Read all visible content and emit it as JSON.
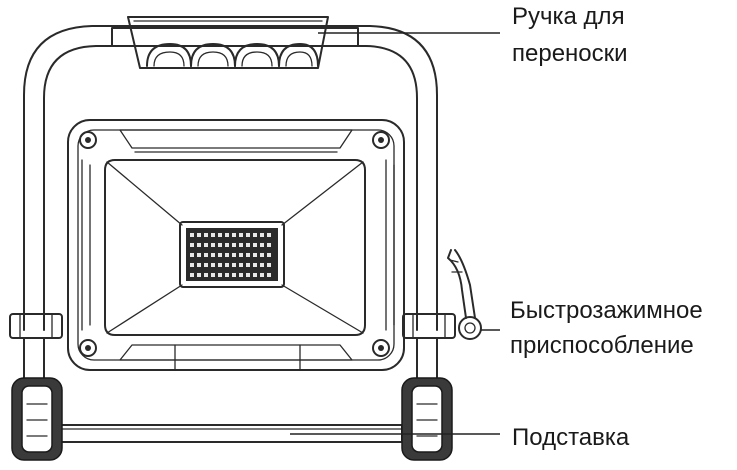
{
  "labels": {
    "handle_line1": "Ручка для",
    "handle_line2": "переноски",
    "clamp_line1": "Быстрозажимное",
    "clamp_line2": "приспособление",
    "stand": "Подставка"
  }
}
